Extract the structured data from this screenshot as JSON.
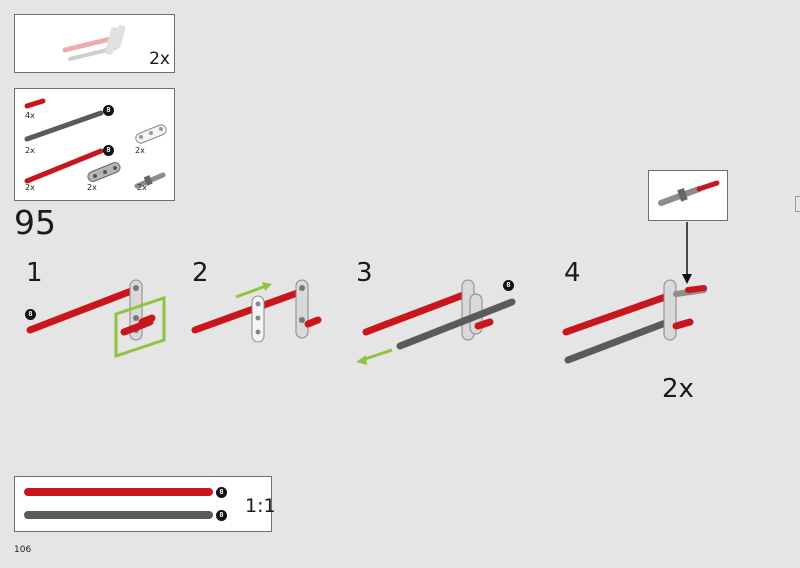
{
  "submodel_box": {
    "multiplier": "2x"
  },
  "parts_list": {
    "items": [
      {
        "name": "red-axle-pin",
        "count": "4x"
      },
      {
        "name": "dark-gray-axle-8",
        "count": "2x",
        "length": "8"
      },
      {
        "name": "red-axle-8",
        "count": "2x",
        "length": "8"
      },
      {
        "name": "white-beam",
        "count": "2x"
      },
      {
        "name": "gray-beam",
        "count": "2x"
      },
      {
        "name": "gray-axle-pin",
        "count": "2x"
      }
    ]
  },
  "step_main": "95",
  "substeps": [
    {
      "num": "1",
      "badge": "8"
    },
    {
      "num": "2"
    },
    {
      "num": "3",
      "badge": "8"
    },
    {
      "num": "4"
    }
  ],
  "step4_multiplier": "2x",
  "scale_box": {
    "red_len": "8",
    "gray_len": "8",
    "scale": "1:1"
  },
  "page_number": "106",
  "colors": {
    "red": "#c9161c",
    "dark_gray": "#5a5a5a",
    "light_gray": "#d9d9d9",
    "green": "#8fc43e",
    "background": "#e5e5e5"
  }
}
